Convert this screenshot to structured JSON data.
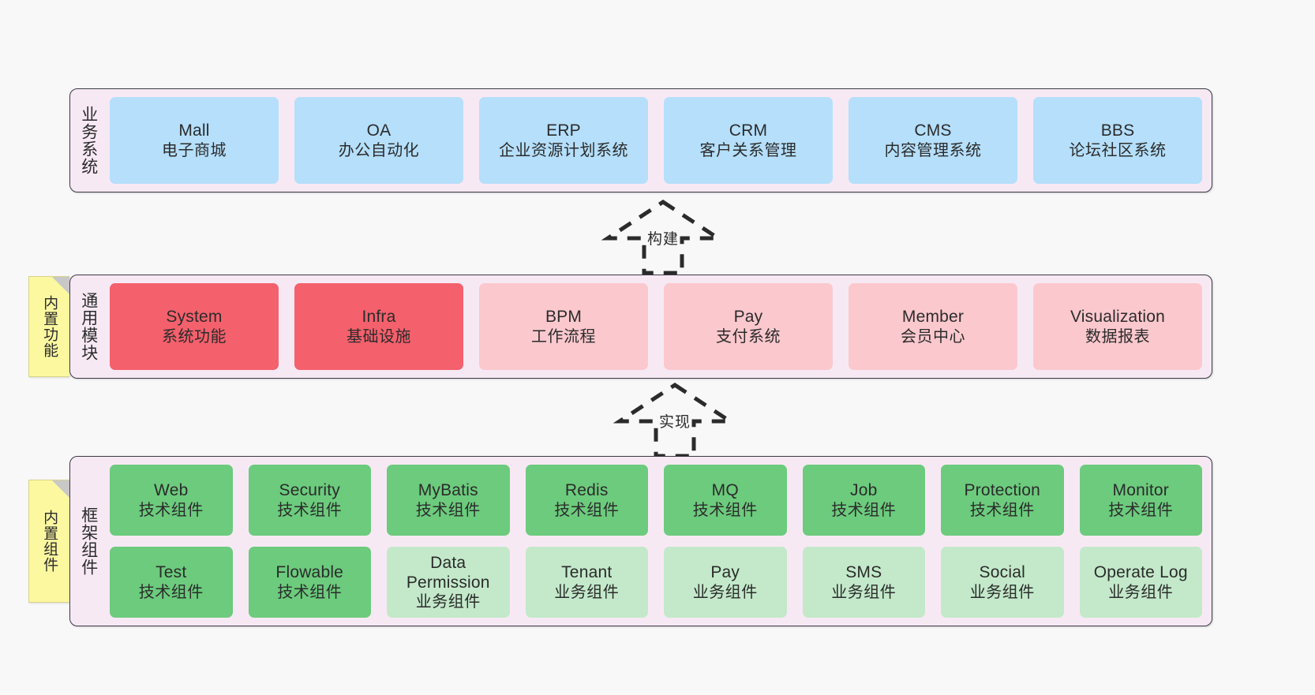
{
  "sections": [
    {
      "id": "business",
      "title": "业务系统",
      "rows": [
        [
          {
            "en": "Mall",
            "cn": "电子商城",
            "color": "#b5dffb",
            "variant": "c-blue"
          },
          {
            "en": "OA",
            "cn": "办公自动化",
            "color": "#b5dffb",
            "variant": "c-blue"
          },
          {
            "en": "ERP",
            "cn": "企业资源计划系统",
            "color": "#b5dffb",
            "variant": "c-blue"
          },
          {
            "en": "CRM",
            "cn": "客户关系管理",
            "color": "#b5dffb",
            "variant": "c-blue"
          },
          {
            "en": "CMS",
            "cn": "内容管理系统",
            "color": "#b5dffb",
            "variant": "c-blue"
          },
          {
            "en": "BBS",
            "cn": "论坛社区系统",
            "color": "#b5dffb",
            "variant": "c-blue"
          }
        ]
      ]
    },
    {
      "id": "modules",
      "title": "通用模块",
      "sticky": "内置功能",
      "rows": [
        [
          {
            "en": "System",
            "cn": "系统功能",
            "color": "#f4606c",
            "variant": "c-red"
          },
          {
            "en": "Infra",
            "cn": "基础设施",
            "color": "#f4606c",
            "variant": "c-red"
          },
          {
            "en": "BPM",
            "cn": "工作流程",
            "color": "#fbc8ce",
            "variant": "c-pink"
          },
          {
            "en": "Pay",
            "cn": "支付系统",
            "color": "#fbc8ce",
            "variant": "c-pink"
          },
          {
            "en": "Member",
            "cn": "会员中心",
            "color": "#fbc8ce",
            "variant": "c-pink"
          },
          {
            "en": "Visualization",
            "cn": "数据报表",
            "color": "#fbc8ce",
            "variant": "c-pink"
          }
        ]
      ]
    },
    {
      "id": "framework",
      "title": "框架组件",
      "sticky": "内置组件",
      "rows": [
        [
          {
            "en": "Web",
            "cn": "技术组件",
            "color": "#6ccb7d",
            "variant": "c-green"
          },
          {
            "en": "Security",
            "cn": "技术组件",
            "color": "#6ccb7d",
            "variant": "c-green"
          },
          {
            "en": "MyBatis",
            "cn": "技术组件",
            "color": "#6ccb7d",
            "variant": "c-green"
          },
          {
            "en": "Redis",
            "cn": "技术组件",
            "color": "#6ccb7d",
            "variant": "c-green"
          },
          {
            "en": "MQ",
            "cn": "技术组件",
            "color": "#6ccb7d",
            "variant": "c-green"
          },
          {
            "en": "Job",
            "cn": "技术组件",
            "color": "#6ccb7d",
            "variant": "c-green"
          },
          {
            "en": "Protection",
            "cn": "技术组件",
            "color": "#6ccb7d",
            "variant": "c-green"
          },
          {
            "en": "Monitor",
            "cn": "技术组件",
            "color": "#6ccb7d",
            "variant": "c-green"
          }
        ],
        [
          {
            "en": "Test",
            "cn": "技术组件",
            "color": "#6ccb7d",
            "variant": "c-green"
          },
          {
            "en": "Flowable",
            "cn": "技术组件",
            "color": "#6ccb7d",
            "variant": "c-green"
          },
          {
            "en": "Data Permission",
            "cn": "业务组件",
            "color": "#c3e9ca",
            "variant": "c-lightgreen"
          },
          {
            "en": "Tenant",
            "cn": "业务组件",
            "color": "#c3e9ca",
            "variant": "c-lightgreen"
          },
          {
            "en": "Pay",
            "cn": "业务组件",
            "color": "#c3e9ca",
            "variant": "c-lightgreen"
          },
          {
            "en": "SMS",
            "cn": "业务组件",
            "color": "#c3e9ca",
            "variant": "c-lightgreen"
          },
          {
            "en": "Social",
            "cn": "业务组件",
            "color": "#c3e9ca",
            "variant": "c-lightgreen"
          },
          {
            "en": "Operate Log",
            "cn": "业务组件",
            "color": "#c3e9ca",
            "variant": "c-lightgreen"
          }
        ]
      ]
    }
  ],
  "arrows": [
    {
      "id": "build",
      "label": "构建",
      "direction": "up"
    },
    {
      "id": "realize",
      "label": "实现",
      "direction": "up"
    }
  ],
  "colors": {
    "canvas": "#f8f8f8",
    "panel_bg": "#f7e9f4",
    "panel_border": "#3c3c46",
    "sticky_bg": "#fbf8a0",
    "sticky_fold": "#c8c8c8",
    "arrow_stroke": "#2b2b2b",
    "text": "#2b2b2b"
  }
}
